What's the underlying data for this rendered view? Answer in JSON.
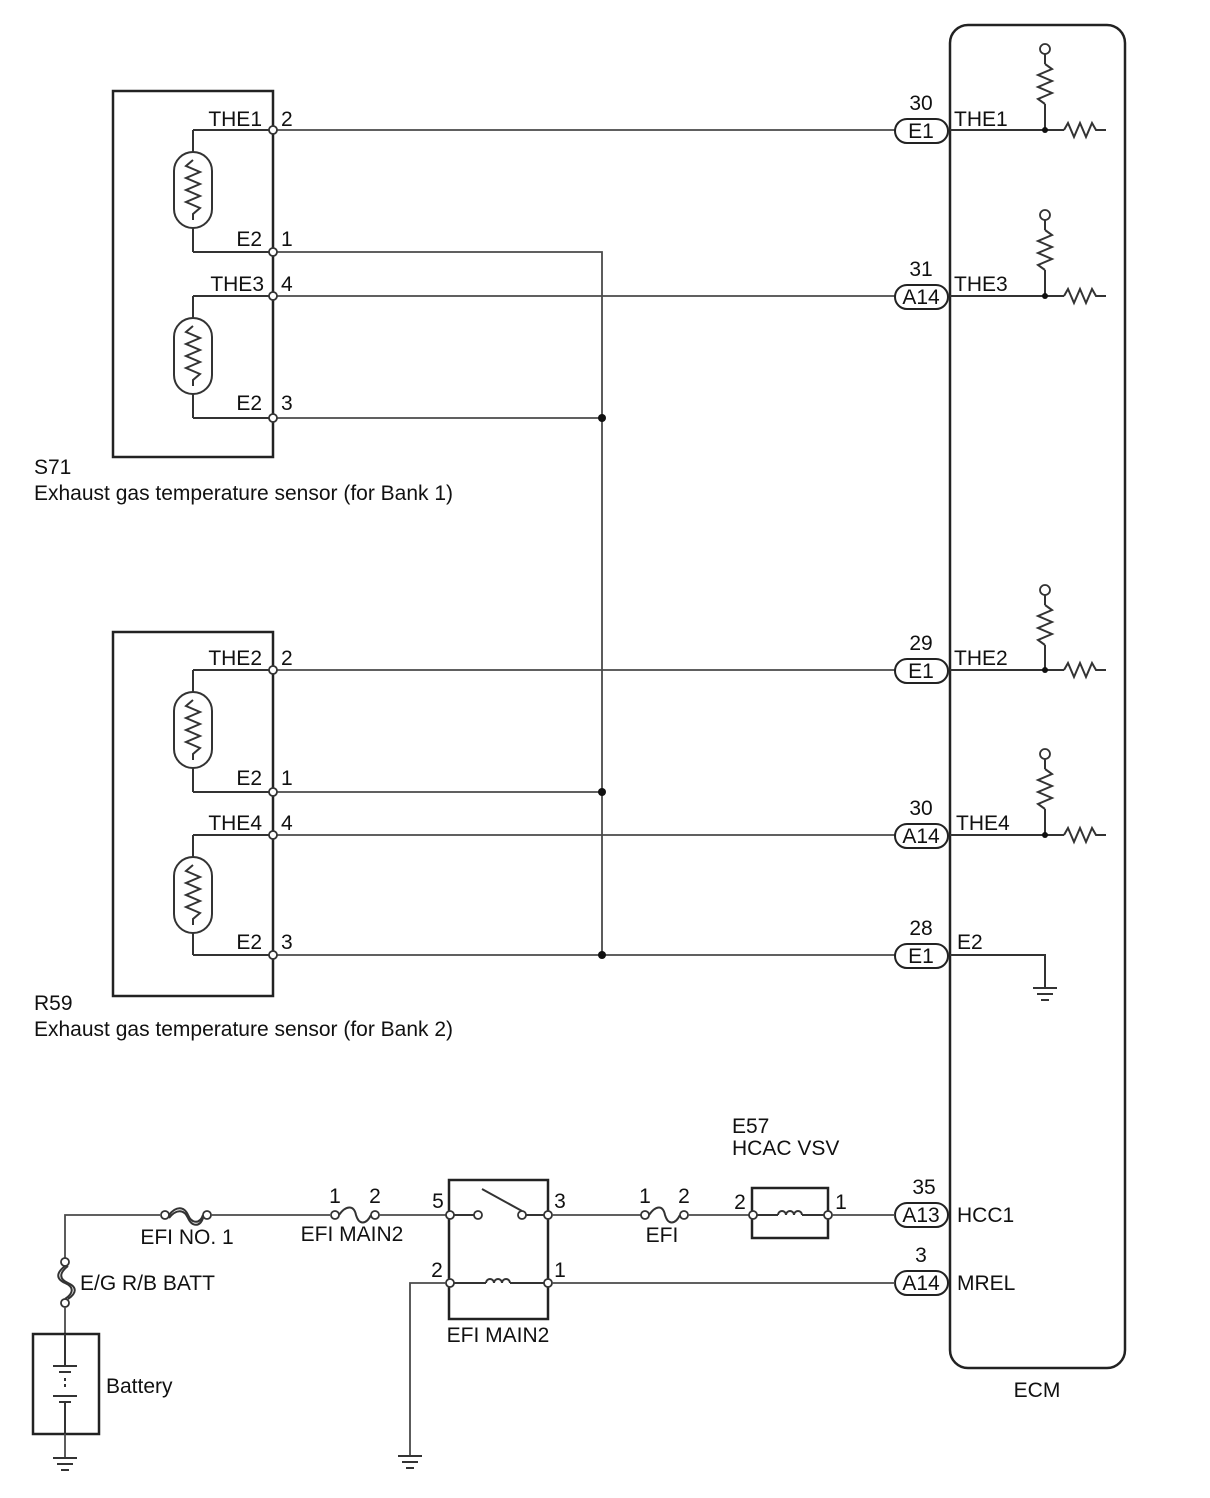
{
  "sensor_bank1": {
    "id": "S71",
    "description": "Exhaust gas temperature sensor (for Bank 1)",
    "pins": [
      {
        "name": "THE1",
        "pin": "2"
      },
      {
        "name": "E2",
        "pin": "1"
      },
      {
        "name": "THE3",
        "pin": "4"
      },
      {
        "name": "E2",
        "pin": "3"
      }
    ]
  },
  "sensor_bank2": {
    "id": "R59",
    "description": "Exhaust gas temperature sensor (for Bank 2)",
    "pins": [
      {
        "name": "THE2",
        "pin": "2"
      },
      {
        "name": "E2",
        "pin": "1"
      },
      {
        "name": "THE4",
        "pin": "4"
      },
      {
        "name": "E2",
        "pin": "3"
      }
    ]
  },
  "ecm": {
    "label": "ECM",
    "terminals": [
      {
        "pin": "30",
        "connector": "E1",
        "signal": "THE1"
      },
      {
        "pin": "31",
        "connector": "A14",
        "signal": "THE3"
      },
      {
        "pin": "29",
        "connector": "E1",
        "signal": "THE2"
      },
      {
        "pin": "30",
        "connector": "A14",
        "signal": "THE4"
      },
      {
        "pin": "28",
        "connector": "E1",
        "signal": "E2"
      },
      {
        "pin": "35",
        "connector": "A13",
        "signal": "HCC1"
      },
      {
        "pin": "3",
        "connector": "A14",
        "signal": "MREL"
      }
    ]
  },
  "power": {
    "efi_no1": "EFI NO. 1",
    "eg_rb_batt": "E/G R/B BATT",
    "battery": "Battery",
    "efi_main2_fuse": {
      "label": "EFI MAIN2",
      "pin_a": "1",
      "pin_b": "2"
    },
    "efi_main2_relay": {
      "label": "EFI MAIN2",
      "pin_5": "5",
      "pin_3": "3",
      "pin_2": "2",
      "pin_1": "1"
    },
    "efi_fuse": {
      "label": "EFI",
      "pin_a": "1",
      "pin_b": "2"
    },
    "vsv": {
      "id": "E57",
      "label": "HCAC VSV",
      "pin_a": "2",
      "pin_b": "1"
    }
  }
}
